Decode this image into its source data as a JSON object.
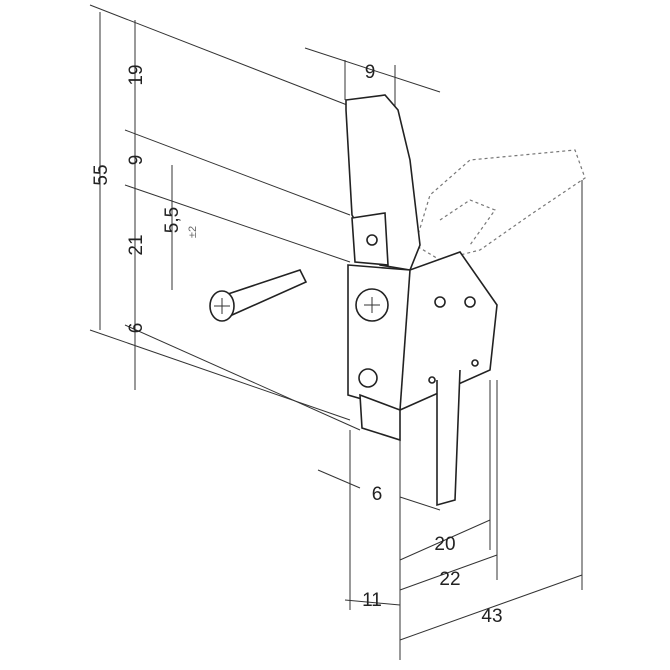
{
  "dimensions": {
    "overall_height": "55",
    "lever_height": "19",
    "pivot_gap": "9",
    "adjust_range": "5,5",
    "adjust_tolerance": "±2",
    "body_height": "21",
    "base_height": "6",
    "lever_width": "9",
    "base_offset": "6",
    "inner_width": "20",
    "body_width": "22",
    "front_width": "11",
    "overall_width": "43"
  },
  "colors": {
    "line": "#222222",
    "ghost": "#777777"
  }
}
